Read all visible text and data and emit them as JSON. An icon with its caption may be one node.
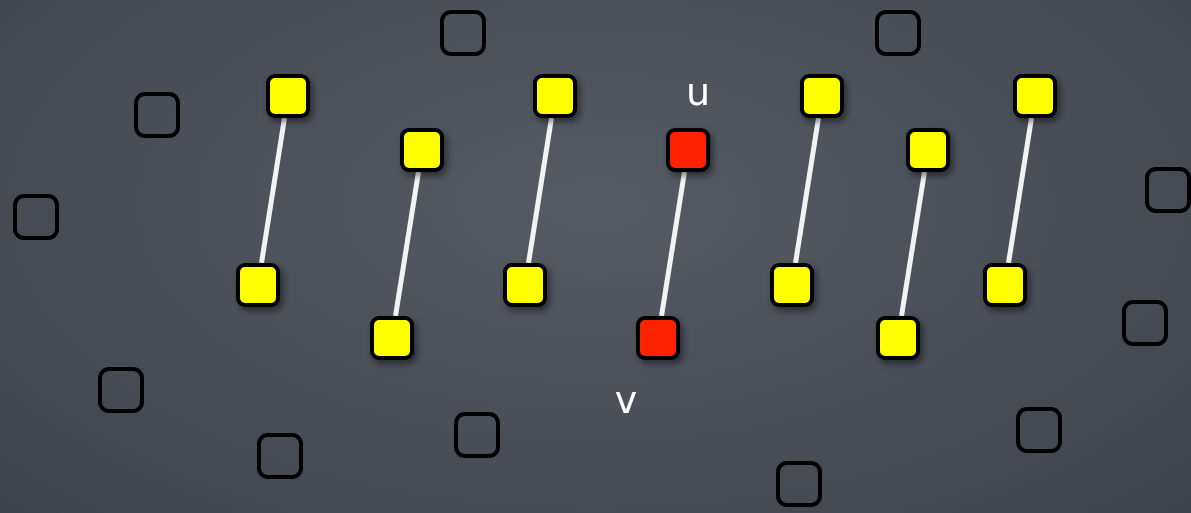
{
  "diagram": {
    "nodes": [
      {
        "text": [],
        "shape": "box"
      },
      {
        "text": [],
        "shape": "box"
      },
      {
        "text": [],
        "shape": "box"
      },
      {
        "text": [],
        "shape": "box"
      },
      {
        "text": [],
        "shape": "box"
      },
      {
        "text": [],
        "shape": "box"
      },
      {
        "text": [],
        "shape": "box"
      },
      {
        "text": [],
        "shape": "box"
      },
      {
        "text": [],
        "shape": "box",
        "beside": [
          "u"
        ]
      },
      {
        "text": [],
        "shape": "box"
      },
      {
        "text": [],
        "shape": "box"
      },
      {
        "text": [],
        "shape": "box"
      },
      {
        "text": [],
        "shape": "box"
      },
      {
        "text": [],
        "shape": "box"
      },
      {
        "text": [],
        "shape": "box"
      },
      {
        "text": [],
        "shape": "box"
      },
      {
        "text": [],
        "shape": "box"
      },
      {
        "text": [],
        "shape": "box"
      },
      {
        "text": [],
        "shape": "box",
        "beside": [
          "v"
        ]
      },
      {
        "text": [],
        "shape": "box"
      },
      {
        "text": [],
        "shape": "box"
      },
      {
        "text": [],
        "shape": "box"
      },
      {
        "text": [],
        "shape": "box"
      },
      {
        "text": [],
        "shape": "box"
      },
      {
        "text": [],
        "shape": "box"
      }
    ],
    "edges": [
      {
        "from": 2,
        "to": 12,
        "arrow": "none"
      },
      {
        "from": 7,
        "to": 17,
        "arrow": "none"
      },
      {
        "from": 3,
        "to": 13,
        "arrow": "none"
      },
      {
        "from": 8,
        "to": 18,
        "arrow": "none"
      },
      {
        "from": 4,
        "to": 14,
        "arrow": "none"
      },
      {
        "from": 9,
        "to": 19,
        "arrow": "none"
      },
      {
        "from": 5,
        "to": 15,
        "arrow": "none"
      }
    ]
  }
}
